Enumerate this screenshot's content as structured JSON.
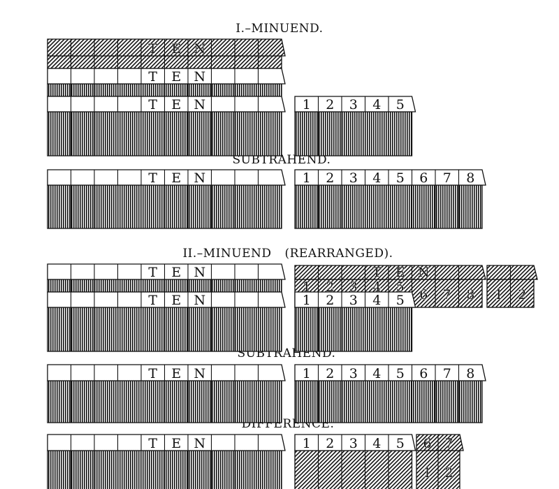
{
  "colors": {
    "ink": "#111111",
    "paper": "#ffffff"
  },
  "headings": {
    "minuend_1": "I.–MINUEND.",
    "subtrahend_1": "SUBTRAHEND.",
    "minuend_2": "II.–MINUEND",
    "minuend_2_note": "(REARRANGED).",
    "subtrahend_2": "SUBTRAHEND.",
    "difference": "DIFFERENCE."
  },
  "sections": {
    "minuend_1": {
      "tens": [
        {
          "top_labels": [
            "",
            "",
            "",
            "",
            "T",
            "E",
            "N",
            "",
            "",
            ""
          ],
          "top": "diagonal",
          "front": "diagonal"
        },
        {
          "top_labels": [
            "",
            "",
            "",
            "",
            "T",
            "E",
            "N",
            "",
            "",
            ""
          ],
          "top": "plain",
          "front": "vertical"
        },
        {
          "top_labels": [
            "",
            "",
            "",
            "",
            "T",
            "E",
            "N",
            "",
            "",
            ""
          ],
          "top": "plain",
          "front": "vertical"
        }
      ],
      "units": {
        "top_labels": [
          "1",
          "2",
          "3",
          "4",
          "5"
        ],
        "top": "plain",
        "front": "vertical"
      }
    },
    "subtrahend_1": {
      "tens": [
        {
          "top_labels": [
            "",
            "",
            "",
            "",
            "T",
            "E",
            "N",
            "",
            "",
            ""
          ],
          "top": "plain",
          "front": "vertical"
        }
      ],
      "units": {
        "top_labels": [
          "1",
          "2",
          "3",
          "4",
          "5",
          "6",
          "7",
          "8"
        ],
        "top": "plain",
        "front": "vertical"
      }
    },
    "minuend_2": {
      "tens": [
        {
          "top_labels": [
            "",
            "",
            "",
            "",
            "T",
            "E",
            "N",
            "",
            "",
            ""
          ],
          "top": "plain",
          "front": "vertical"
        },
        {
          "top_labels": [
            "",
            "",
            "",
            "",
            "T",
            "E",
            "N",
            "",
            "",
            ""
          ],
          "top": "plain",
          "front": "vertical"
        }
      ],
      "broken_ten": {
        "top_labels": [
          "",
          "",
          "",
          "T",
          "E",
          "N",
          "",
          ""
        ],
        "front_labels": [
          "1",
          "2",
          "3",
          "4",
          "5",
          "6",
          "7",
          "8"
        ],
        "top": "diagonal",
        "front": "diagonal"
      },
      "broken_ten_rest": {
        "top_labels": [
          "",
          ""
        ],
        "front_labels": [
          "1",
          "2"
        ],
        "top": "diagonal",
        "front": "diagonal"
      },
      "units": {
        "top_labels": [
          "1",
          "2",
          "3",
          "4",
          "5"
        ],
        "top": "plain",
        "front": "vertical"
      }
    },
    "subtrahend_2": {
      "tens": [
        {
          "top_labels": [
            "",
            "",
            "",
            "",
            "T",
            "E",
            "N",
            "",
            "",
            ""
          ],
          "top": "plain",
          "front": "vertical"
        }
      ],
      "units": {
        "top_labels": [
          "1",
          "2",
          "3",
          "4",
          "5",
          "6",
          "7",
          "8"
        ],
        "top": "plain",
        "front": "vertical"
      }
    },
    "difference": {
      "tens": [
        {
          "top_labels": [
            "",
            "",
            "",
            "",
            "T",
            "E",
            "N",
            "",
            "",
            ""
          ],
          "top": "plain",
          "front": "vertical"
        }
      ],
      "units": {
        "top_labels": [
          "1",
          "2",
          "3",
          "4",
          "5"
        ],
        "top": "plain",
        "front": "diagonal"
      },
      "extra": {
        "top_labels": [
          "6",
          "7"
        ],
        "front_labels": [
          "1",
          "2"
        ],
        "top": "diagonal",
        "front": "diagonal"
      }
    }
  }
}
